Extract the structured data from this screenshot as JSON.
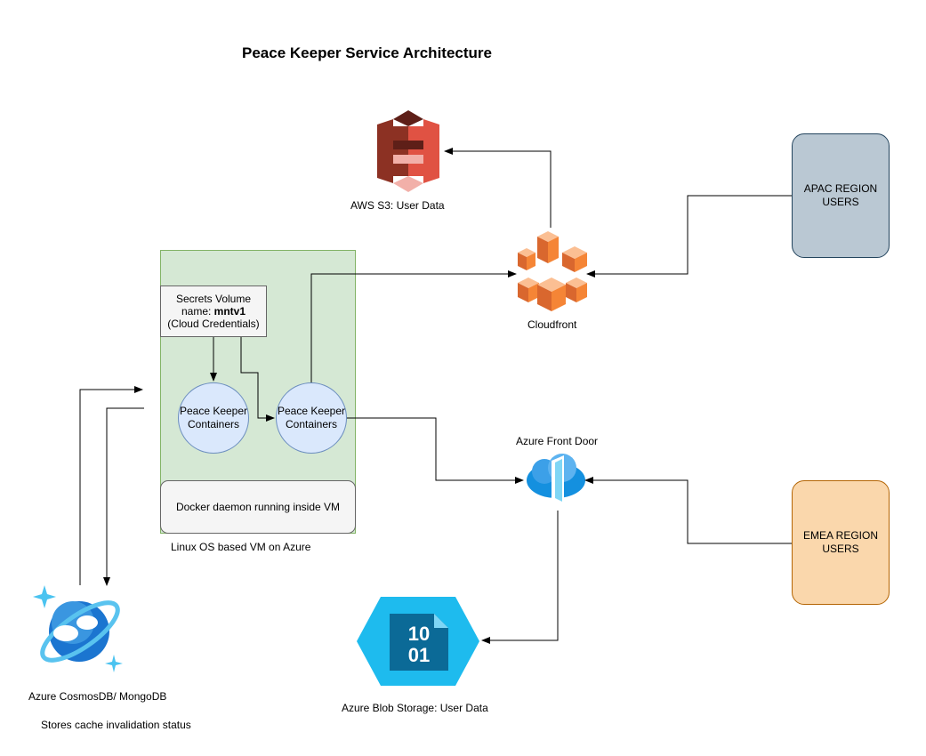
{
  "title": "Peace Keeper Service Architecture",
  "nodes": {
    "s3": {
      "label": "AWS S3: User Data",
      "icon": "aws-s3-icon"
    },
    "cloudfront": {
      "label": "Cloudfront",
      "icon": "cloudfront-icon"
    },
    "apac": {
      "label": "APAC REGION USERS"
    },
    "emea": {
      "label": "EMEA REGION USERS"
    },
    "secrets": {
      "line1": "Secrets Volume",
      "name_prefix": "name: ",
      "name_value": "mntv1",
      "line3": "(Cloud Credentials)"
    },
    "pk1": {
      "label": "Peace Keeper Containers"
    },
    "pk2": {
      "label": "Peace Keeper Containers"
    },
    "docker": {
      "label": "Docker daemon running inside VM"
    },
    "vm": {
      "label": "Linux OS based VM on Azure"
    },
    "front_door": {
      "label": "Azure Front Door",
      "icon": "azure-front-door-icon"
    },
    "blob": {
      "label": "Azure Blob Storage: User Data",
      "icon": "azure-blob-storage-icon",
      "glyph_top": "10",
      "glyph_bottom": "01"
    },
    "cosmos": {
      "label": "Azure CosmosDB/ MongoDB",
      "note": "Stores cache invalidation status",
      "icon": "azure-cosmosdb-icon"
    }
  },
  "colors": {
    "vm_fill": "#d5e8d4",
    "vm_stroke": "#82b366",
    "container_fill": "#dae8fc",
    "container_stroke": "#6c8ebf",
    "apac_fill": "#bac8d3",
    "emea_fill": "#fad7ac",
    "s3_red": "#e05243",
    "cloudfront_orange": "#f58536",
    "blob_blue": "#1ebbee",
    "front_door_blue": "#1490df"
  }
}
